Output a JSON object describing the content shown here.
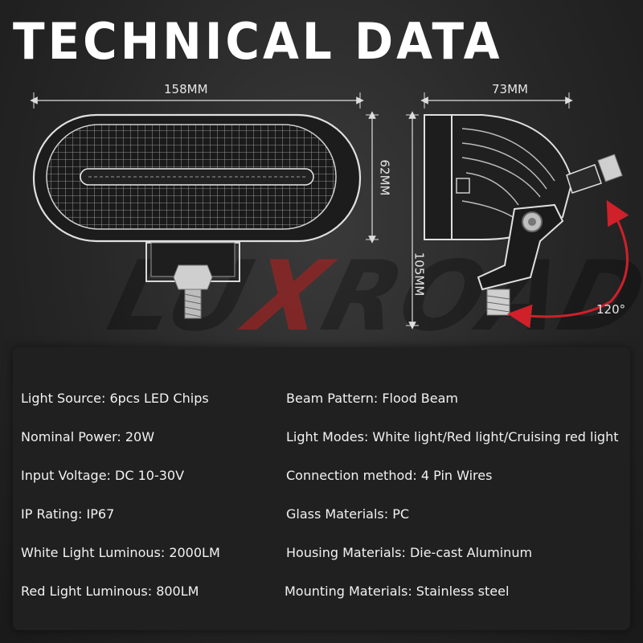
{
  "title": "TECHNICAL DATA",
  "dimensions": {
    "width": "158MM",
    "height": "62MM",
    "depth": "73MM",
    "total_height": "105MM",
    "angle": "120°"
  },
  "watermark": {
    "pre": "LU",
    "x": "X",
    "post": "ROAD"
  },
  "specs": [
    {
      "label": "Light Source: 6pcs LED Chips"
    },
    {
      "label": "Beam Pattern: Flood Beam"
    },
    {
      "label": "Nominal Power: 20W"
    },
    {
      "label": "Light Modes: White light/Red light/Cruising red light"
    },
    {
      "label": "Input Voltage: DC 10-30V"
    },
    {
      "label": "Connection method: 4 Pin Wires"
    },
    {
      "label": "IP Rating: IP67"
    },
    {
      "label": "Glass Materials: PC"
    },
    {
      "label": "White Light Luminous: 2000LM"
    },
    {
      "label": "Housing Materials: Die-cast Aluminum"
    },
    {
      "label": "Red Light Luminous: 800LM"
    },
    {
      "label": "Mounting Materials: Stainless steel"
    }
  ],
  "colors": {
    "background": "#2a2a2a",
    "panel": "#202020",
    "accent_red": "#c0202a",
    "text": "#ffffff"
  }
}
